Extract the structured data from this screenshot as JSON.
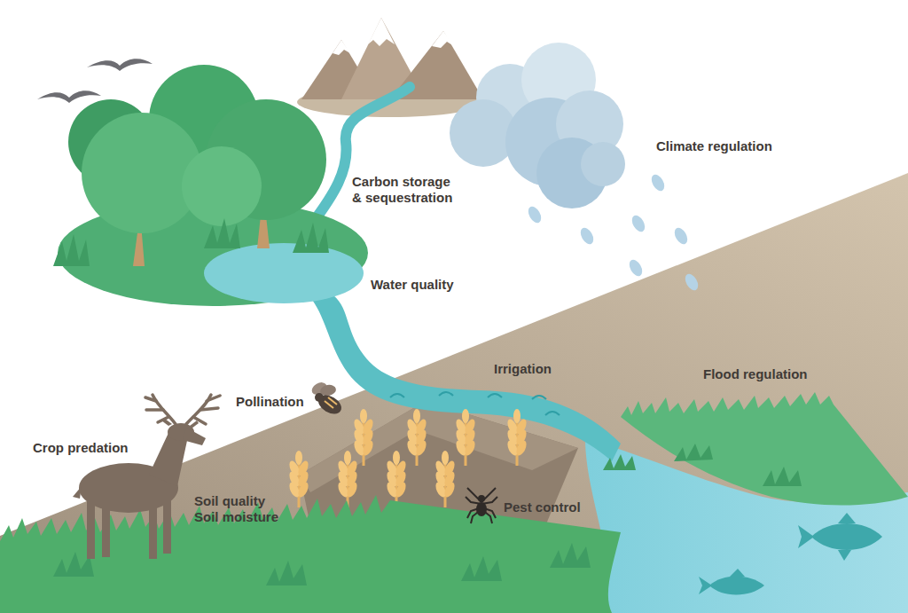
{
  "diagram": {
    "labels": [
      "Climate regulation",
      "Carbon storage & sequestration",
      "Water quality",
      "Irrigation",
      "Flood regulation",
      "Pollination",
      "Crop predation",
      "Soil quality",
      "Soil moisture",
      "Pest control"
    ]
  }
}
